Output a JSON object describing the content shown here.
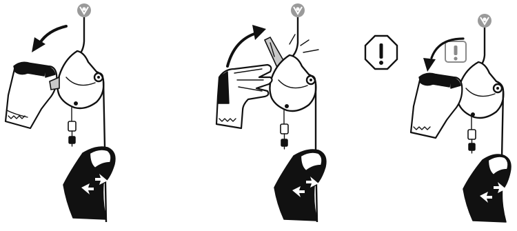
{
  "diagram": {
    "panels": [
      {
        "id": "panel-1",
        "hand_action": "squeeze-handle",
        "arrow_direction": "counterclockwise"
      },
      {
        "id": "panel-2",
        "hand_action": "release-handle",
        "arrow_direction": "clockwise"
      },
      {
        "id": "panel-3",
        "hand_action": "squeeze-handle",
        "arrow_direction": "counterclockwise"
      }
    ],
    "warning_symbols": [
      "octagon-exclamation-icon",
      "square-exclamation-icon"
    ],
    "colors": {
      "ink": "#111111",
      "anchor": "#9a9a9a",
      "paper": "#ffffff",
      "warning_grey": "#8a8a8a"
    }
  }
}
